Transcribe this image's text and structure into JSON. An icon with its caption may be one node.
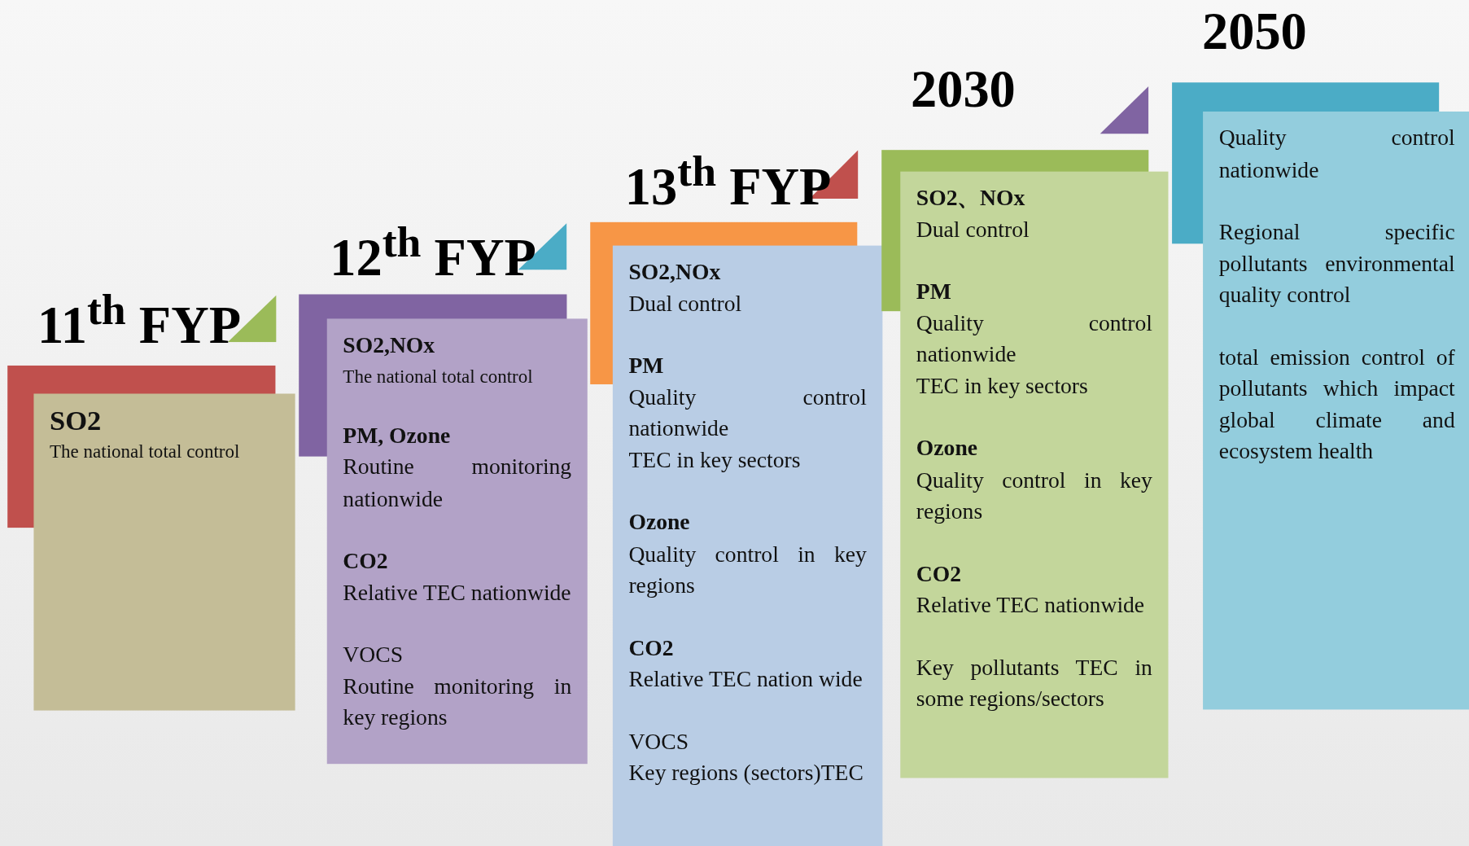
{
  "diagram": {
    "nodes": [
      {
        "text": [
          "11$^{th}$ FYP",
          "SO2",
          "The national total control"
        ]
      },
      {
        "text": [
          "12$^{th}$ FYP",
          "SO2,NOx",
          "The national total control",
          "PM, Ozone",
          "Routine monitoring nationwide",
          "CO2",
          "Relative TEC nationwide",
          "VOCS",
          "Routine monitoring in key regions"
        ]
      },
      {
        "text": [
          "13$^{th}$ FYP",
          "SO2,NOx",
          "Dual control",
          "PM",
          "Quality control nationwide",
          "TEC in key sectors",
          "Ozone",
          "Quality control in key regions",
          "CO2",
          "Relative TEC nation wide",
          "VOCS",
          "Key regions (sectors)TEC"
        ]
      },
      {
        "text": [
          "2030",
          "SO2、NOx",
          "Dual control",
          "PM",
          "Quality control nationwide",
          "TEC in key sectors",
          "Ozone",
          "Quality control in key regions",
          "CO2",
          "Relative TEC nationwide",
          "Key pollutants TEC in some regions/sectors"
        ]
      },
      {
        "text": [
          "2050",
          "Quality control nationwide",
          "Regional specific pollutants environmental quality control",
          "total emission control of pollutants which impact global climate and ecosystem health"
        ]
      }
    ]
  }
}
